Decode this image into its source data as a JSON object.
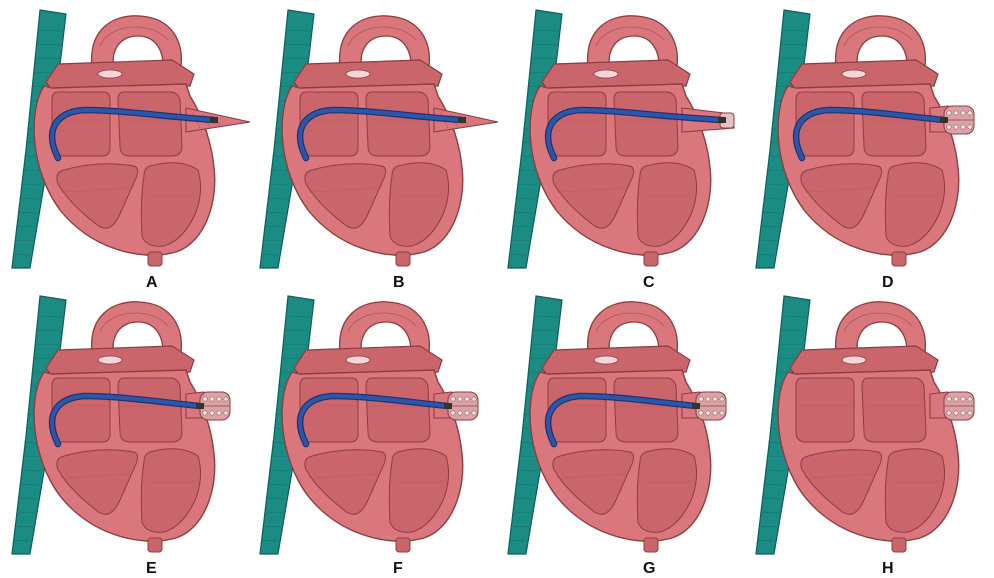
{
  "colors": {
    "heart_fill": "#d9777c",
    "heart_shade": "#c9656b",
    "heart_dark": "#b2535a",
    "heart_edge": "#8e3c42",
    "vessel": "#1a8c84",
    "vessel_edge": "#0e5f58",
    "catheter": "#2e55a8",
    "catheter_edge": "#17326e",
    "device": "#d9a3a6"
  },
  "panels": [
    {
      "label": "A",
      "catheter": true,
      "stage": "sheath-long",
      "device": false
    },
    {
      "label": "B",
      "catheter": true,
      "stage": "sheath-long",
      "device": false
    },
    {
      "label": "C",
      "catheter": true,
      "stage": "sheath-short",
      "device": false
    },
    {
      "label": "D",
      "catheter": true,
      "stage": "device",
      "device": true
    },
    {
      "label": "E",
      "catheter": true,
      "stage": "device",
      "device": true
    },
    {
      "label": "F",
      "catheter": true,
      "stage": "device",
      "device": true
    },
    {
      "label": "G",
      "catheter": true,
      "stage": "device",
      "device": true
    },
    {
      "label": "H",
      "catheter": false,
      "stage": "released",
      "device": true
    }
  ]
}
